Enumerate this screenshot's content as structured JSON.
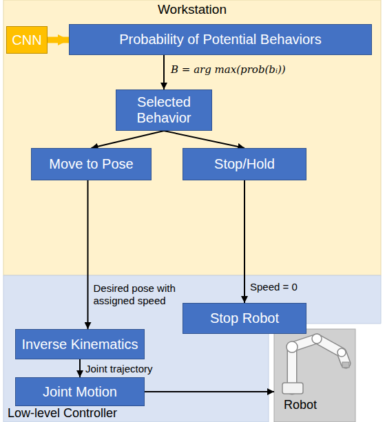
{
  "diagram": {
    "nodes": [
      {
        "text": [
          "Workstation"
        ]
      },
      {
        "text": [
          "CNN"
        ],
        "in": 0
      },
      {
        "text": [
          "Probability of Potential Behaviors"
        ],
        "in": 0
      },
      {
        "text": [
          "Selected Behavior"
        ],
        "in": 0
      },
      {
        "text": [
          "Move to Pose"
        ],
        "in": 0
      },
      {
        "text": [
          "Stop/Hold"
        ],
        "in": 0
      },
      {
        "text": [
          "Low-level Controller"
        ]
      },
      {
        "text": [
          "Inverse Kinematics"
        ],
        "in": 6
      },
      {
        "text": [
          "Stop Robot"
        ],
        "in": 6
      },
      {
        "text": [
          "Joint Motion"
        ],
        "in": 6
      },
      {
        "text": [
          "Robot"
        ]
      }
    ],
    "edges": [
      {
        "from": 1,
        "to": 2,
        "arrow": "to"
      },
      {
        "from": 2,
        "to": 3,
        "arrow": "to"
      },
      {
        "from": 3,
        "to": 4,
        "arrow": "to"
      },
      {
        "from": 3,
        "to": 5,
        "arrow": "to"
      },
      {
        "from": 4,
        "to": 7,
        "label": "Desired pose with assigned speed",
        "arrow": "to"
      },
      {
        "from": 5,
        "to": 8,
        "label": "Speed = 0",
        "arrow": "to"
      },
      {
        "from": 7,
        "to": 9,
        "label": "Joint trajectory",
        "arrow": "to"
      },
      {
        "from": 9,
        "to": 10,
        "arrow": "to"
      }
    ],
    "labels": [
      "B = arg max(prob(bᵢ))"
    ]
  }
}
